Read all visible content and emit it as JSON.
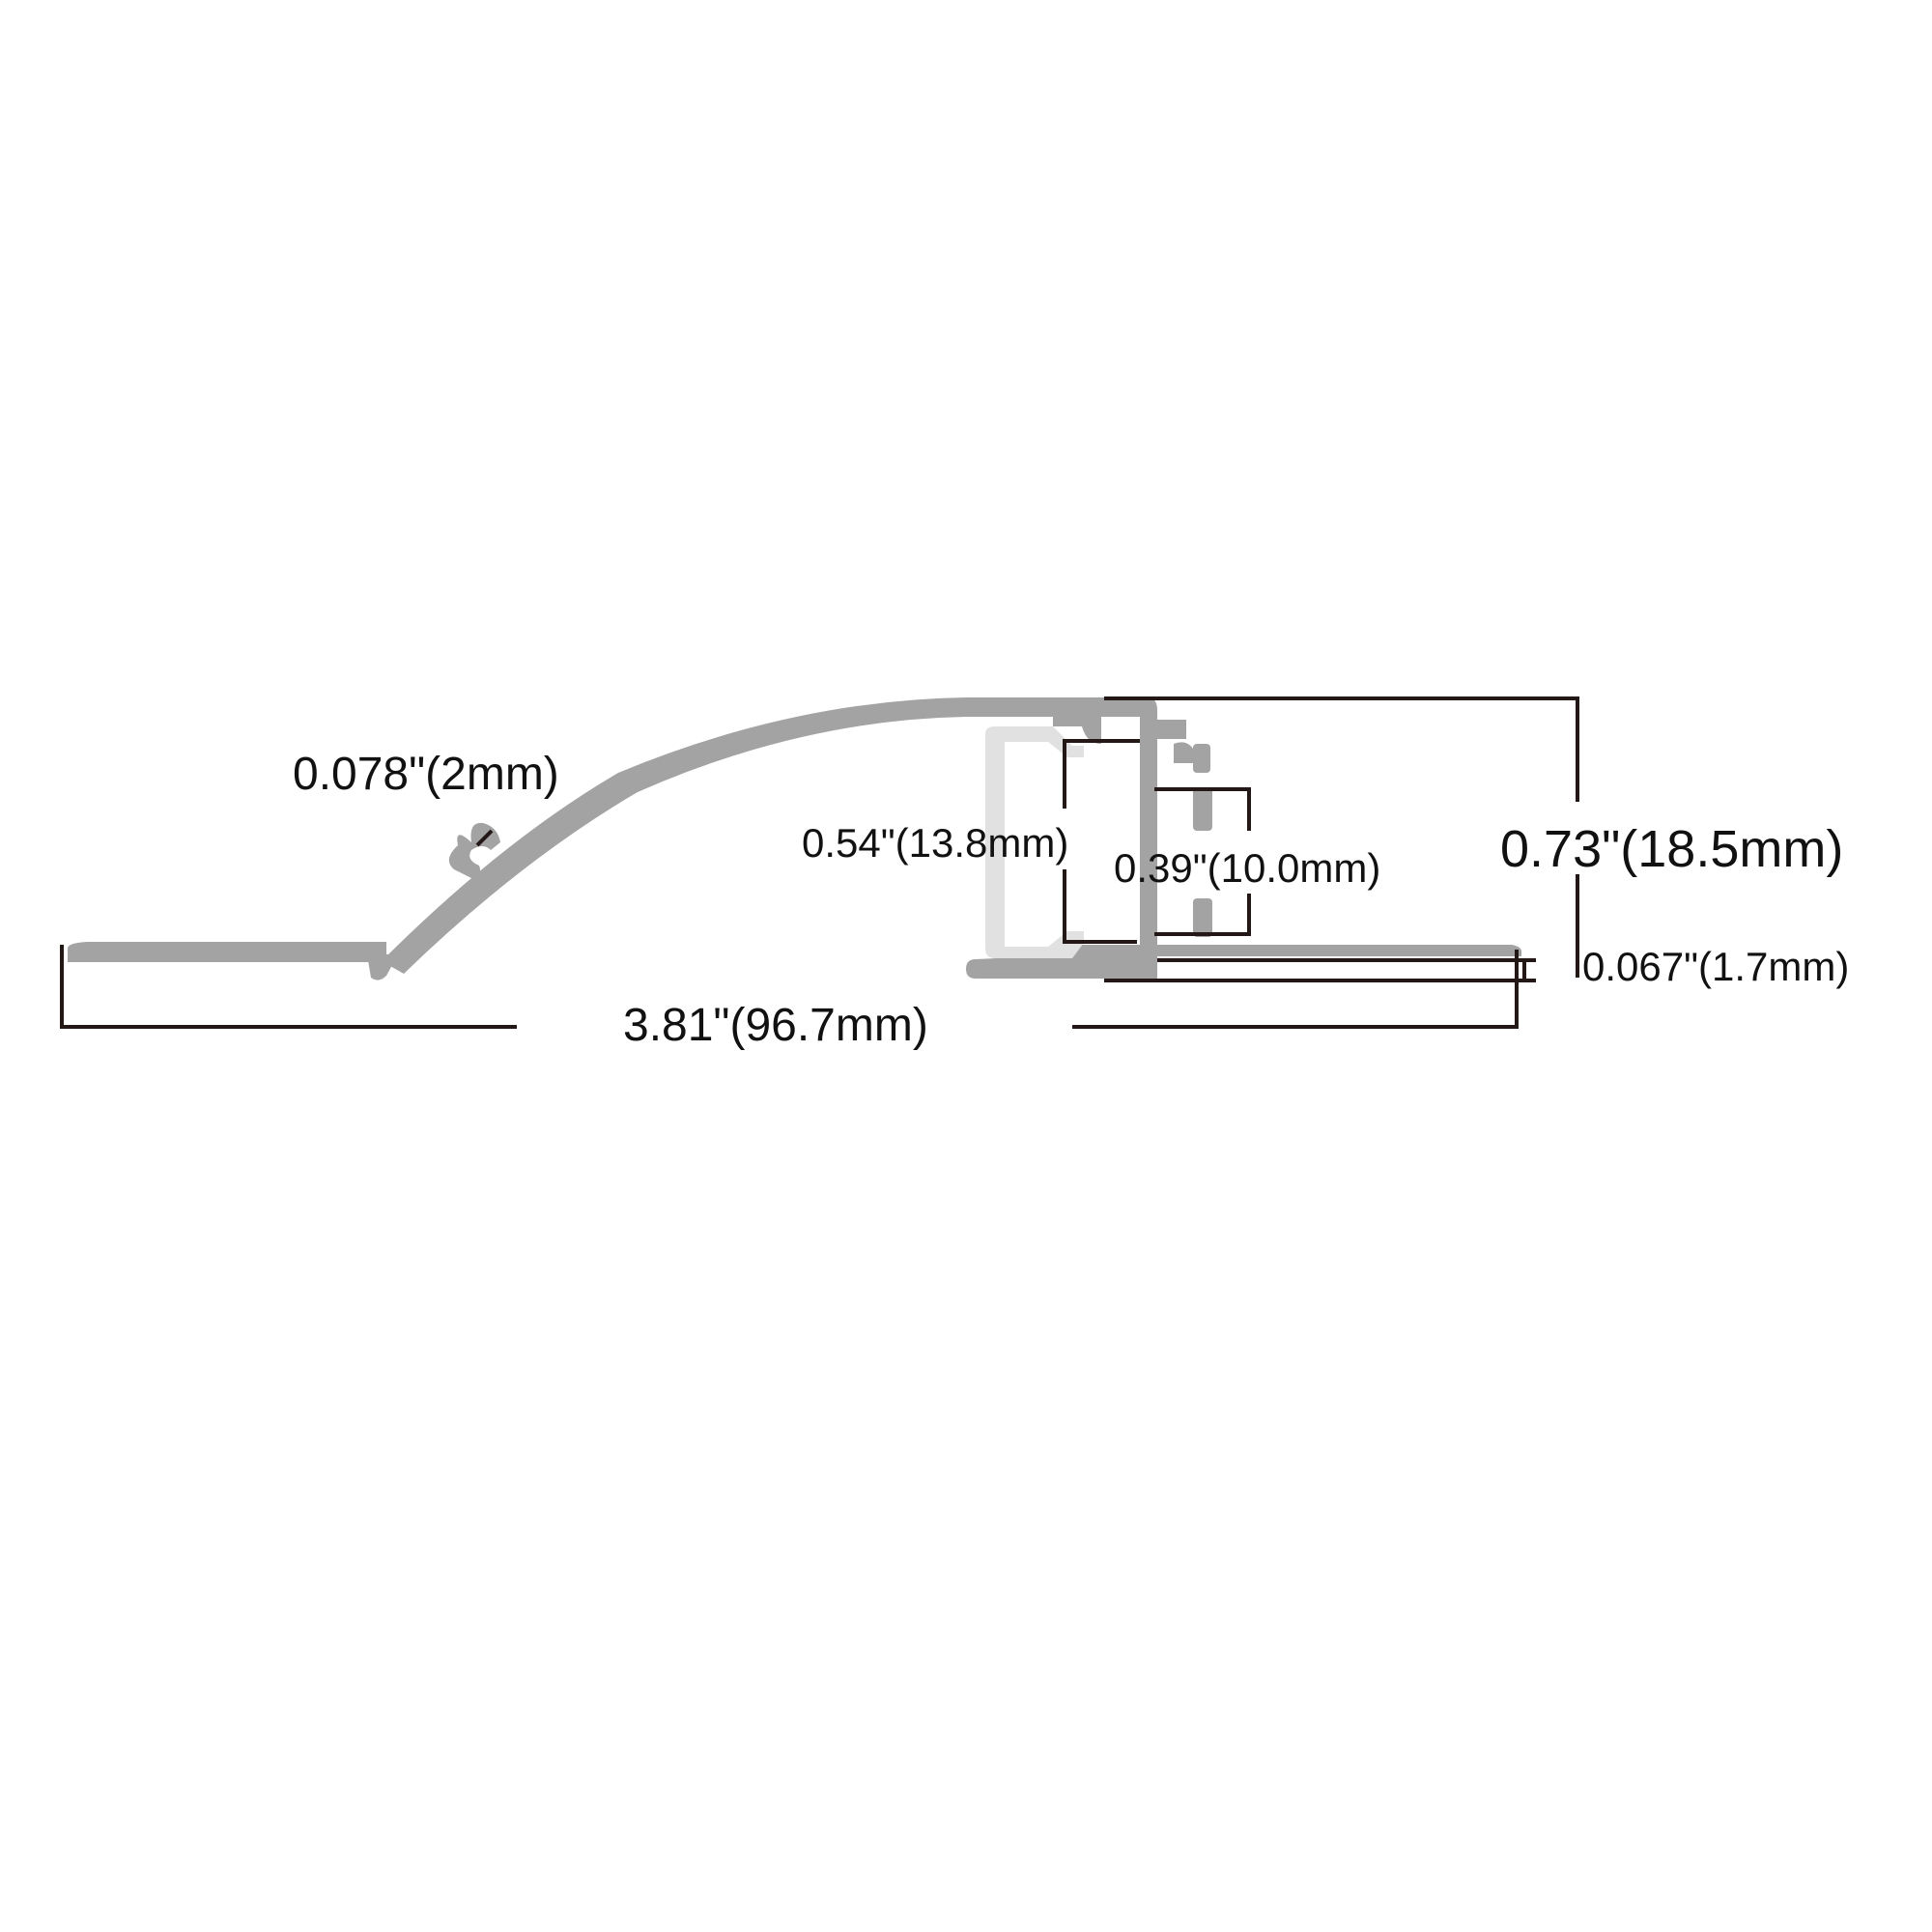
{
  "diagram": {
    "type": "aluminum profile cross-section",
    "colors": {
      "profile": "#a3a3a3",
      "diffuser": "#e1e1e1",
      "dimension_line": "#231815",
      "background": "#ffffff"
    }
  },
  "dimensions": {
    "wall_thickness": "0.078\"(2mm)",
    "overall_width": "3.81\"(96.7mm)",
    "overall_height": "0.73\"(18.5mm)",
    "channel_inner_height": "0.54\"(13.8mm)",
    "led_slot_width": "0.39\"(10.0mm)",
    "base_thickness": "0.067\"(1.7mm)"
  }
}
